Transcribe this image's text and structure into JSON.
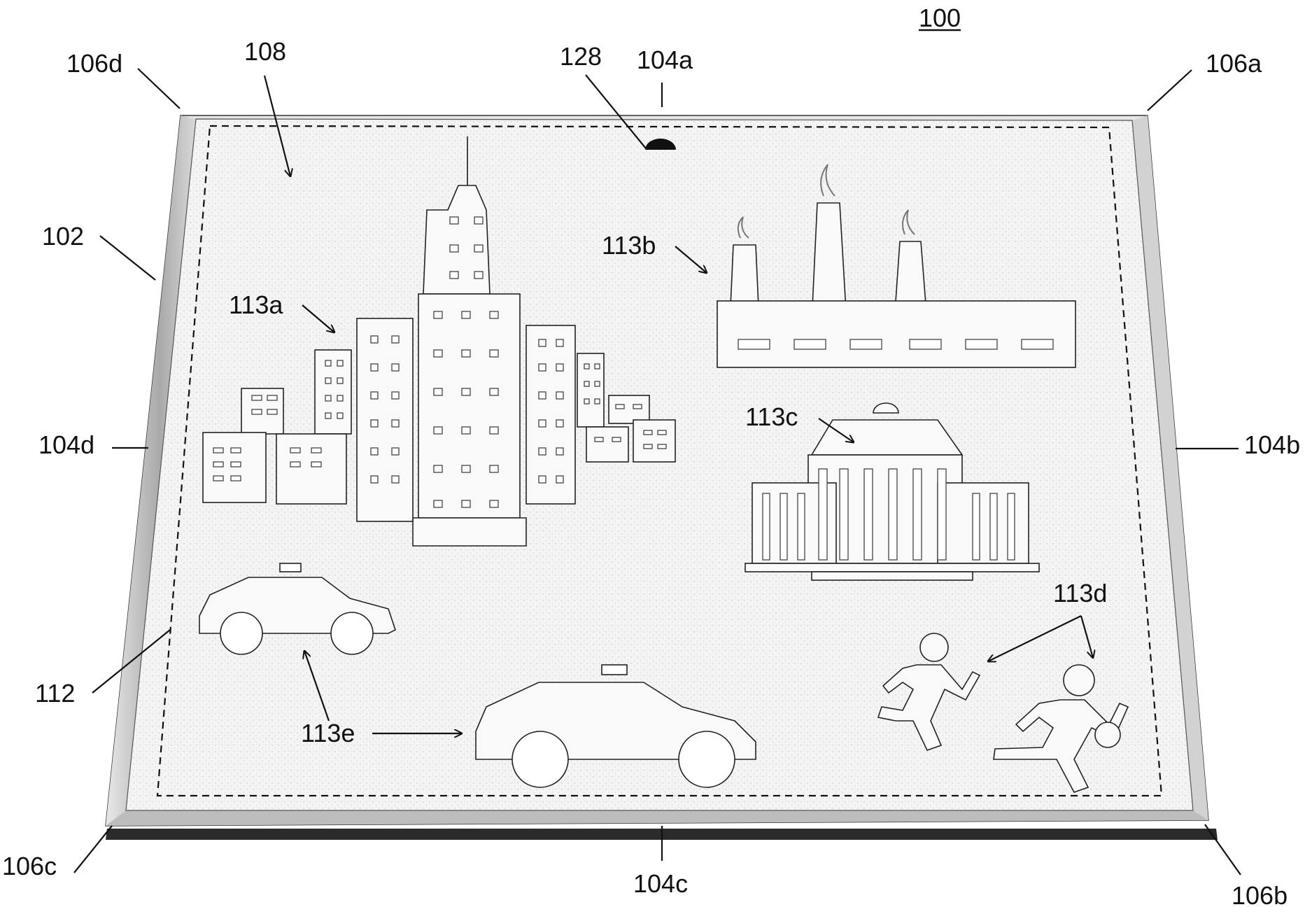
{
  "figure": {
    "number": "100",
    "labels": {
      "l106d": "106d",
      "l108": "108",
      "l128": "128",
      "l104a": "104a",
      "l106a": "106a",
      "l102": "102",
      "l113b": "113b",
      "l113a": "113a",
      "l104d": "104d",
      "l113c": "113c",
      "l104b": "104b",
      "l113d": "113d",
      "l112": "112",
      "l113e": "113e",
      "l106c": "106c",
      "l104c": "104c",
      "l106b": "106b"
    }
  }
}
